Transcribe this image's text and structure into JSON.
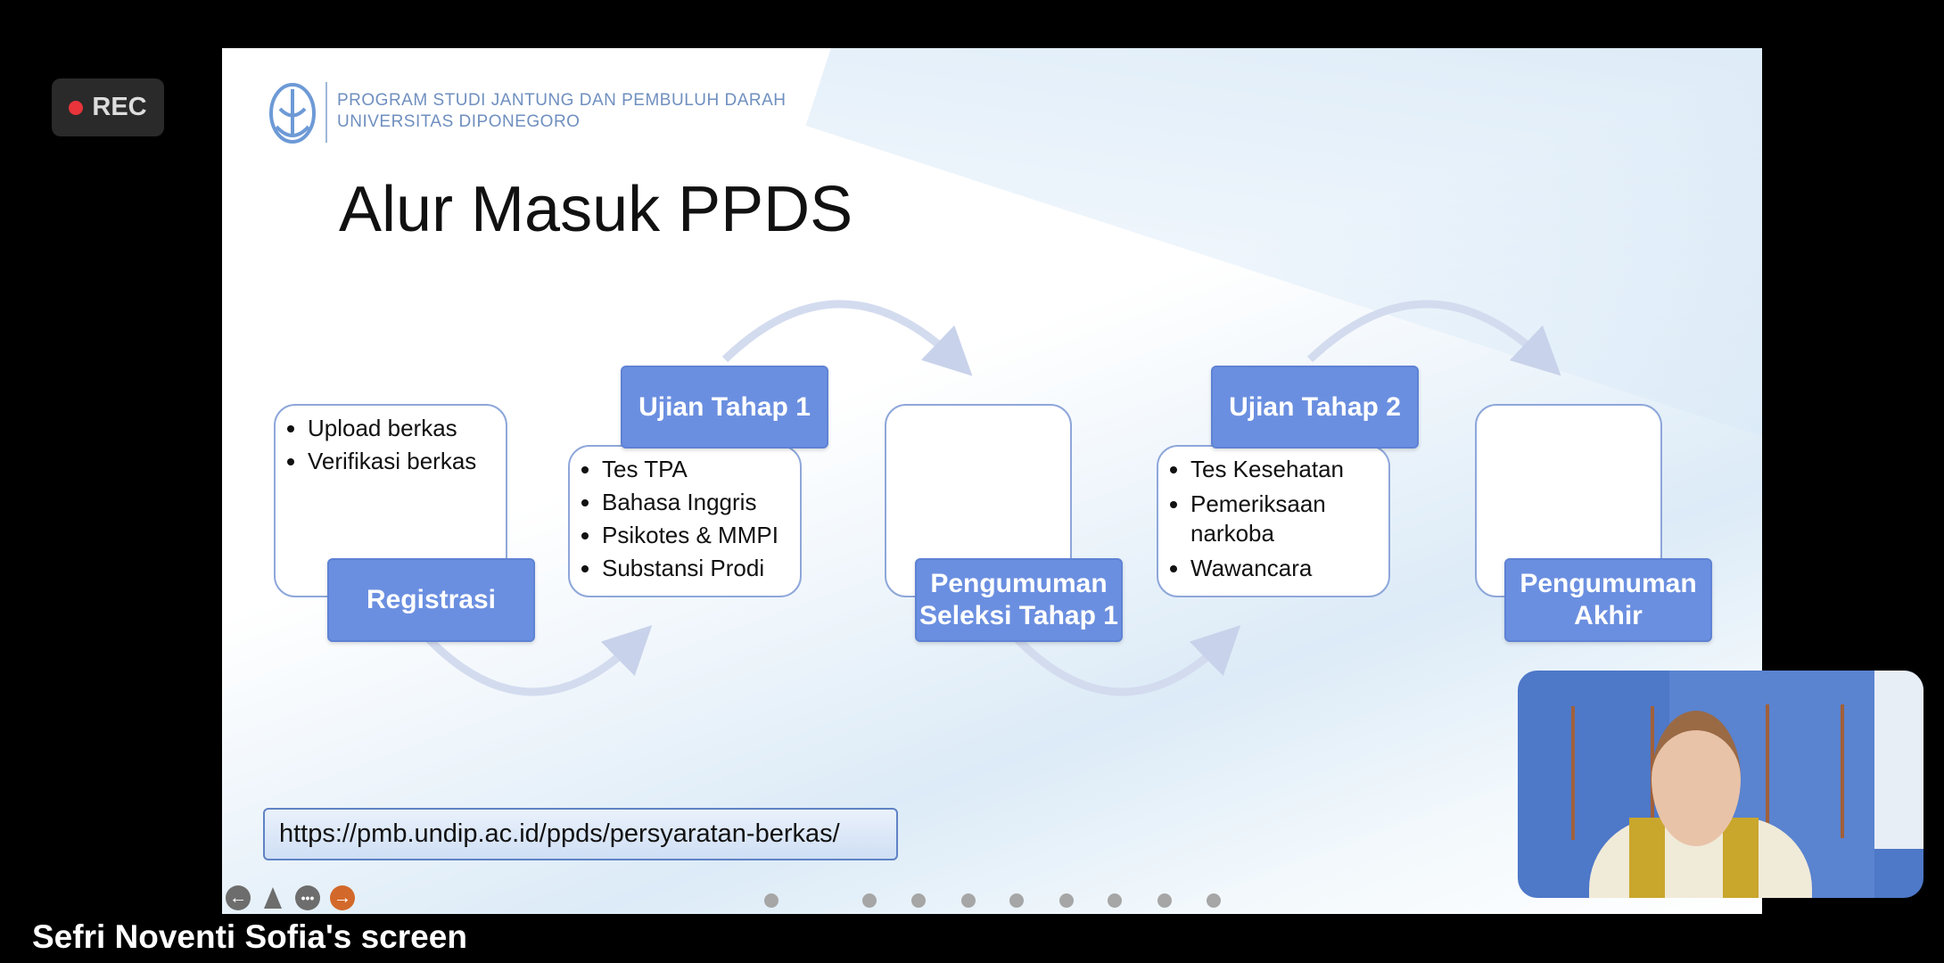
{
  "recording": {
    "label": "REC",
    "color": "#e8343a"
  },
  "slide": {
    "org_line1": "PROGRAM STUDI JANTUNG DAN PEMBULUH DARAH",
    "org_line2": "UNIVERSITAS DIPONEGORO",
    "title": "Alur Masuk PPDS",
    "steps": [
      {
        "label": "Registrasi",
        "bullets": [
          "Upload berkas",
          "Verifikasi berkas"
        ]
      },
      {
        "label": "Ujian Tahap 1",
        "bullets": [
          "Tes TPA",
          "Bahasa Inggris",
          "Psikotes & MMPI",
          "Substansi Prodi"
        ]
      },
      {
        "label": "Pengumuman Seleksi Tahap 1",
        "bullets": []
      },
      {
        "label": "Ujian Tahap 2",
        "bullets": [
          "Tes Kesehatan",
          "Pemeriksaan narkoba",
          "Wawancara"
        ]
      },
      {
        "label": "Pengumuman Akhir",
        "bullets": []
      }
    ],
    "url": "https://pmb.undip.ac.id/ppds/persyaratan-berkas/",
    "accent_color": "#6b8fe0"
  },
  "controls": {
    "icons": [
      "arrow-left-icon",
      "pen-icon",
      "more-icon",
      "arrow-right-icon"
    ],
    "page_dot_count": 9
  },
  "caption": "Sefri Noventi Sofia's screen"
}
